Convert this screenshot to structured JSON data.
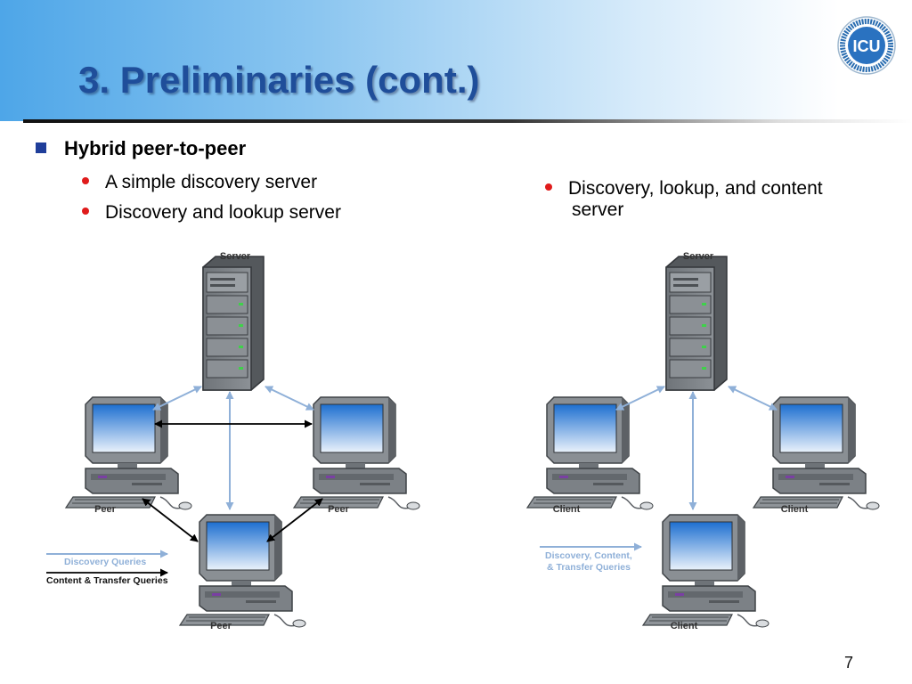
{
  "slide": {
    "title": "3. Preliminaries (cont.)",
    "page_number": "7",
    "logo_text": "ICU"
  },
  "bullets": {
    "main": "Hybrid peer-to-peer",
    "sub1": "A simple discovery server",
    "sub2": "Discovery and lookup server",
    "right_line1": "Discovery, lookup, and content",
    "right_line2": "server"
  },
  "left_diagram": {
    "server_label": "Server",
    "peer_left_label": "Peer",
    "peer_right_label": "Peer",
    "peer_bottom_label": "Peer",
    "legend_discovery": "Discovery Queries",
    "legend_content": "Content & Transfer Queries"
  },
  "right_diagram": {
    "server_label": "Server",
    "client_left_label": "Client",
    "client_right_label": "Client",
    "client_bottom_label": "Client",
    "legend_line1": "Discovery, Content,",
    "legend_line2": "& Transfer Queries"
  },
  "colors": {
    "title": "#1f4e9a",
    "discovery_arrow": "#8fb0d8",
    "content_arrow": "#000000",
    "sub_bullet": "#e01b1b",
    "main_bullet": "#1f3e9a"
  }
}
